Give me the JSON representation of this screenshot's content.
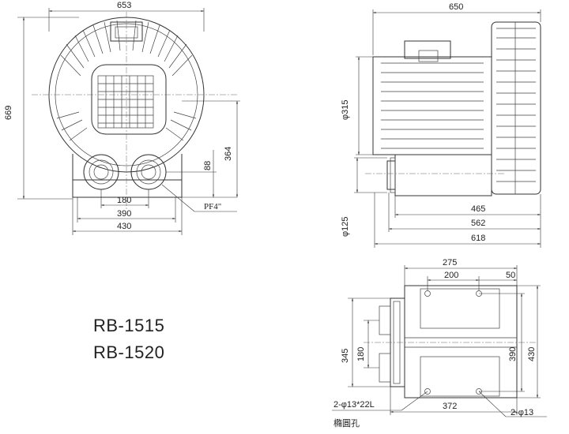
{
  "models": [
    "RB-1515",
    "RB-1520"
  ],
  "front_view": {
    "dim_overall_width": "653",
    "dim_overall_height": "669",
    "dim_center_height": "364",
    "dim_port_height": "88",
    "dim_port_spacing": "180",
    "dim_mount_390": "390",
    "dim_mount_430": "430",
    "port_label": "PF4\""
  },
  "side_view": {
    "dim_overall_length": "650",
    "dim_motor_dia": "φ315",
    "dim_flange_dia": "φ125",
    "dim_465": "465",
    "dim_562": "562",
    "dim_618": "618"
  },
  "base_view": {
    "dim_275": "275",
    "dim_200": "200",
    "dim_50": "50",
    "dim_345": "345",
    "dim_180": "180",
    "dim_390": "390",
    "dim_430": "430",
    "dim_372": "372",
    "hole_slot_label": "2-φ13*22L",
    "hole_slot_sub": "橢圓孔",
    "hole_round_label": "2-φ13"
  }
}
